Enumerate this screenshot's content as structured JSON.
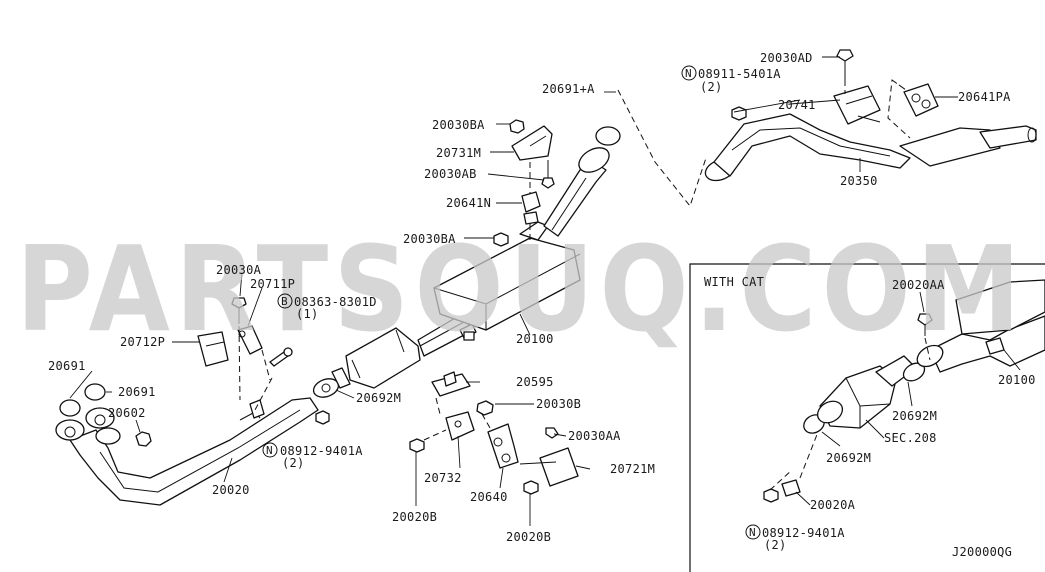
{
  "watermark": "PARTSOUQ.COM",
  "diagram_code": "J20000QG",
  "inset_title": "WITH CAT",
  "labels": {
    "p20030AD": "20030AD",
    "n08911": "N",
    "n08911_num": "08911-5401A",
    "n08911_qty": "(2)",
    "p20741": "20741",
    "p20641PA": "20641PA",
    "p20691A": "20691+A",
    "p20030BA_top": "20030BA",
    "p20731M": "20731M",
    "p20030AB": "20030AB",
    "p20641N": "20641N",
    "p20030BA_mid": "20030BA",
    "p20350": "20350",
    "p20030A": "20030A",
    "p20711P": "20711P",
    "b08363": "B",
    "b08363_num": "08363-8301D",
    "b08363_qty": "(1)",
    "p20712P": "20712P",
    "p20100": "20100",
    "p20691_a": "20691",
    "p20691_b": "20691",
    "p20602": "20602",
    "p20692M": "20692M",
    "p20595": "20595",
    "p20030B": "20030B",
    "p20030AA": "20030AA",
    "n08912": "N",
    "n08912_num": "08912-9401A",
    "n08912_qty": "(2)",
    "p20732": "20732",
    "p20721M": "20721M",
    "p20020": "20020",
    "p20020B_a": "20020B",
    "p20640": "20640",
    "p20020B_b": "20020B",
    "cat_p20020AA": "20020AA",
    "cat_p20100": "20100",
    "cat_p20692M_a": "20692M",
    "cat_sec208": "SEC.208",
    "cat_p20692M_b": "20692M",
    "cat_p20020A": "20020A",
    "cat_n": "N",
    "cat_n_num": "08912-9401A",
    "cat_n_qty": "(2)"
  }
}
